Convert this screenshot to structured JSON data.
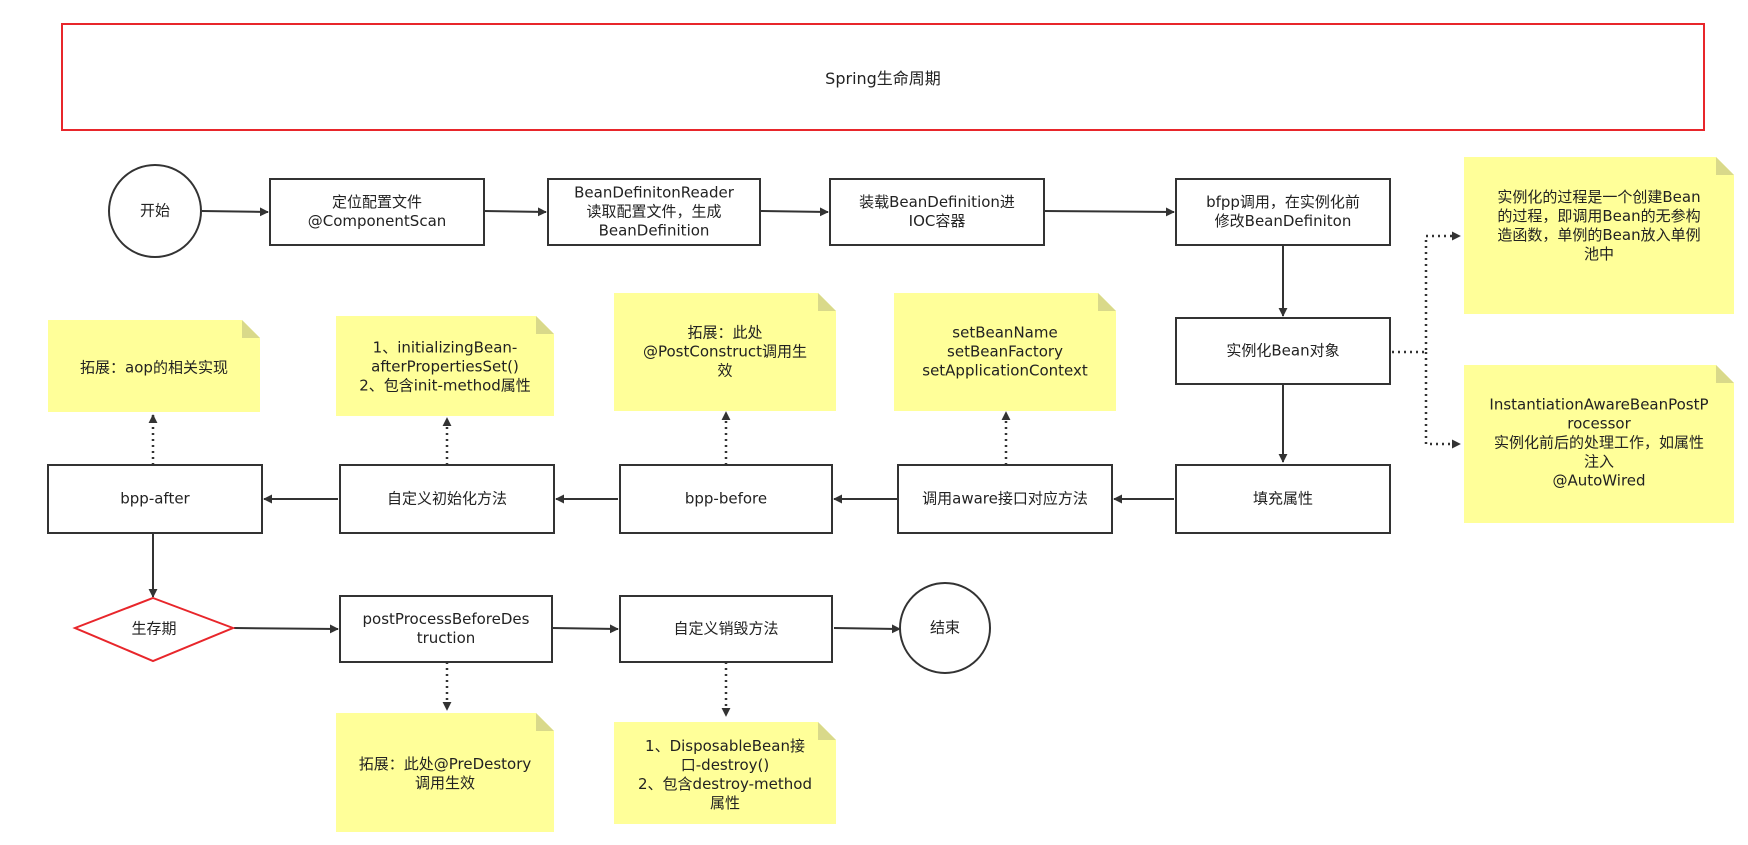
{
  "title": "Spring生命周期",
  "nodes": {
    "start": [
      "开始"
    ],
    "locate": [
      "定位配置文件",
      "@ComponentScan"
    ],
    "reader": [
      "BeanDefinitonReader",
      "读取配置文件，生成",
      "BeanDefinition"
    ],
    "load": [
      "装载BeanDefinition进",
      "IOC容器"
    ],
    "bfpp": [
      "bfpp调用，在实例化前",
      "修改BeanDefiniton"
    ],
    "instantiate": [
      "实例化Bean对象"
    ],
    "populate": [
      "填充属性"
    ],
    "aware": [
      "调用aware接口对应方法"
    ],
    "bpp_before": [
      "bpp-before"
    ],
    "init": [
      "自定义初始化方法"
    ],
    "bpp_after": [
      "bpp-after"
    ],
    "lifetime": [
      "生存期"
    ],
    "ppbd": [
      "postProcessBeforeDes",
      "truction"
    ],
    "destroy": [
      "自定义销毁方法"
    ],
    "end": [
      "结束"
    ]
  },
  "notes": {
    "aop": [
      "拓展：aop的相关实现"
    ],
    "init_note": [
      "1、initializingBean-",
      "afterPropertiesSet()",
      "2、包含init-method属性"
    ],
    "postconstruct": [
      "拓展：此处",
      "@PostConstruct调用生",
      "效"
    ],
    "aware_note": [
      "setBeanName",
      "setBeanFactory",
      "setApplicationContext"
    ],
    "inst_note": [
      "实例化的过程是一个创建Bean",
      "的过程，即调用Bean的无参构",
      "造函数，单例的Bean放入单例",
      "池中"
    ],
    "iabpp_note": [
      "InstantiationAwareBeanPostP",
      "rocessor",
      "实例化前后的处理工作，如属性",
      "注入",
      "@AutoWired"
    ],
    "predestroy": [
      "拓展：此处@PreDestory",
      "调用生效"
    ],
    "disposable": [
      "1、DisposableBean接",
      "口-destroy()",
      "2、包含destroy-method",
      "属性"
    ]
  },
  "colors": {
    "note_fill": "#ffff99",
    "note_fold": "#d9d98a",
    "title_border": "#e8262b",
    "diamond_border": "#e8262b",
    "line": "#333333"
  }
}
